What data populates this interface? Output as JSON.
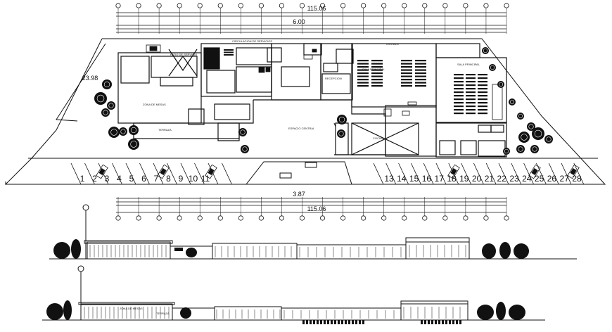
{
  "dimensions": {
    "top_overall": "115.06",
    "top_inner": "6.00",
    "left_side": "23.98",
    "bottom_inner": "3.87",
    "bottom_overall": "115.06"
  },
  "grid_bubble_count": 20,
  "room_labels": [
    {
      "id": "circulacion",
      "text": "CIRCULACION DE SERVICIOS"
    },
    {
      "id": "patio",
      "text": "PATIO DE SERVICIO"
    },
    {
      "id": "terraza-top",
      "text": "TERRAZA"
    },
    {
      "id": "sala-principal-a",
      "text": "SALA PRINCIPAL"
    },
    {
      "id": "sala-principal-b",
      "text": "SALA PRINCIPAL"
    },
    {
      "id": "zona-mesas",
      "text": "ZONA DE MESAS"
    },
    {
      "id": "terraza",
      "text": "TERRAZA"
    },
    {
      "id": "espacio-central",
      "text": "ESPACIO CENTRAL"
    },
    {
      "id": "recepcion",
      "text": "RECEPCION"
    },
    {
      "id": "cocina",
      "text": "COCINA"
    }
  ],
  "parking_numbers_left": [
    "1",
    "2",
    "3",
    "4",
    "5",
    "6",
    "7",
    "8",
    "9",
    "10",
    "11"
  ],
  "parking_numbers_right": [
    "13",
    "14",
    "15",
    "16",
    "17",
    "18",
    "19",
    "20",
    "21",
    "22",
    "23",
    "24",
    "25",
    "26",
    "27",
    "28"
  ],
  "section_labels": {
    "zona_mesas": "ZONA DE MESAS",
    "terraza": "TERRAZA"
  }
}
